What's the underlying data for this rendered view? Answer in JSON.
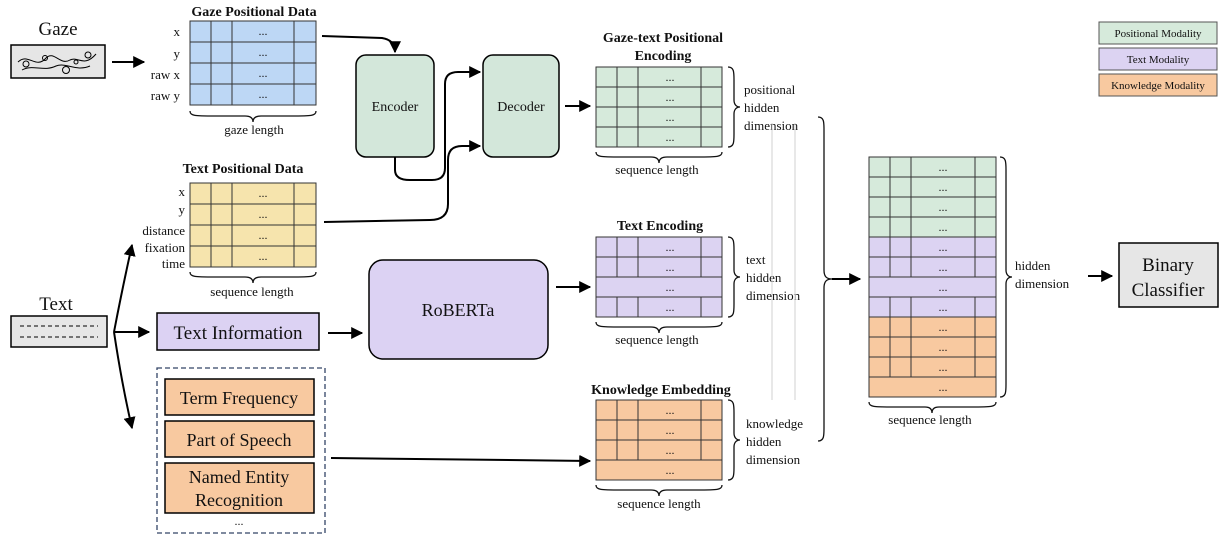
{
  "colors": {
    "positional": "#d6eadb",
    "positional_stroke": "#7f9f88",
    "text": "#dcd3f2",
    "text_stroke": "#9688c0",
    "knowledge": "#f8c9a0",
    "knowledge_stroke": "#c8875a",
    "gaze": "#bdd7f5",
    "text_pos": "#f6e4ad",
    "grey": "#e6e6e6",
    "encoder": "#d3e7da",
    "roberta": "#dcd2f3"
  },
  "legend": {
    "positional": "Positional Modality",
    "text": "Text Modality",
    "knowledge": "Knowledge Modality"
  },
  "gaze": {
    "label": "Gaze",
    "table_title": "Gaze Positional Data",
    "rows": [
      "x",
      "y",
      "raw x",
      "raw y"
    ],
    "cell": "...",
    "footer": "gaze length"
  },
  "text_positional": {
    "title": "Text Positional Data",
    "rows": [
      "x",
      "y",
      "distance",
      "fixation",
      "time"
    ],
    "cell": "...",
    "footer": "sequence length"
  },
  "encoder": {
    "label": "Encoder"
  },
  "decoder": {
    "label": "Decoder"
  },
  "gaze_text_encoding": {
    "title_line1": "Gaze-text Positional",
    "title_line2": "Encoding",
    "cell": "...",
    "footer": "sequence length",
    "dim": [
      "positional",
      "hidden",
      "dimension"
    ]
  },
  "text_input": {
    "label": "Text"
  },
  "text_information": {
    "label": "Text Information"
  },
  "roberta": {
    "label": "RoBERTa"
  },
  "text_encoding": {
    "title": "Text Encoding",
    "cell": "...",
    "footer": "sequence length",
    "dim": [
      "text",
      "hidden",
      "dimension"
    ]
  },
  "knowledge_features": {
    "items": [
      "Term Frequency",
      "Part of Speech",
      "Named Entity",
      "Recognition"
    ],
    "more": "..."
  },
  "knowledge_embedding": {
    "title": "Knowledge Embedding",
    "cell": "...",
    "footer": "sequence length",
    "dim": [
      "knowledge",
      "hidden",
      "dimension"
    ]
  },
  "combined": {
    "cell": "...",
    "footer": "sequence length",
    "dim": [
      "hidden",
      "dimension"
    ]
  },
  "classifier": {
    "label_line1": "Binary",
    "label_line2": "Classifier"
  }
}
